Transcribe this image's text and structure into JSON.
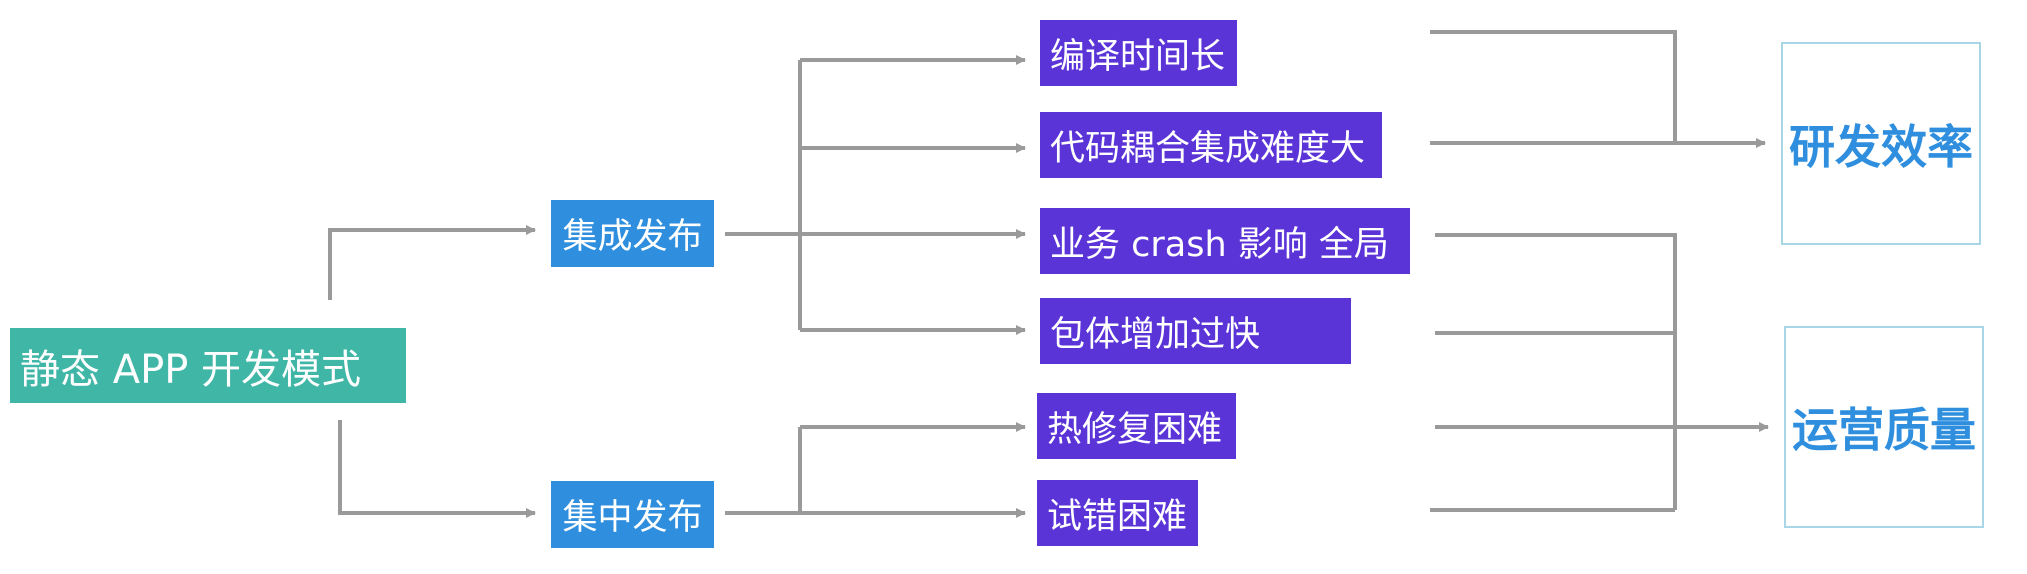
{
  "colors": {
    "root": "#3fb6a6",
    "category": "#2f8fde",
    "problem": "#5b34d8",
    "outcome_text": "#2f8fde",
    "outcome_border": "#a9d6e6",
    "connector": "#9a9a9a"
  },
  "root": {
    "label": "静态 APP 开发模式"
  },
  "categories": [
    {
      "label": "集成发布"
    },
    {
      "label": "集中发布"
    }
  ],
  "problems": [
    {
      "label": "编译时间长"
    },
    {
      "label": "代码耦合集成难度大"
    },
    {
      "label": "业务 crash 影响 全局"
    },
    {
      "label": "包体增加过快"
    },
    {
      "label": "热修复困难"
    },
    {
      "label": "试错困难"
    }
  ],
  "outcomes": [
    {
      "label": "研发效率"
    },
    {
      "label": "运营质量"
    }
  ]
}
